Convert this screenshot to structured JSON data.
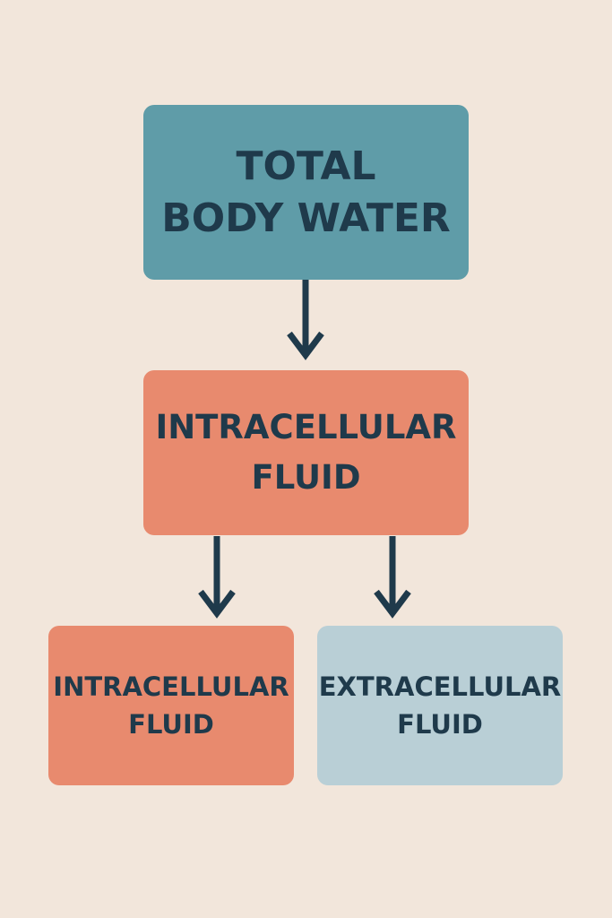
{
  "colors": {
    "background": "#f2e6db",
    "text": "#1f3a4b",
    "arrow": "#1f3a4b",
    "total_box": "#5f9ca8",
    "intracellular_box": "#e88a6e",
    "extracellular_box": "#b9cfd6"
  },
  "nodes": {
    "total_body_water": {
      "line1": "TOTAL",
      "line2": "BODY WATER"
    },
    "intracellular_mid": {
      "line1": "INTRACELLULAR",
      "line2": "FLUID"
    },
    "intracellular_low": {
      "line1": "INTRACELLULAR",
      "line2": "FLUID"
    },
    "extracellular_low": {
      "line1": "EXTRACELLULAR",
      "line2": "FLUID"
    }
  },
  "edges": [
    {
      "from": "total_body_water",
      "to": "intracellular_mid"
    },
    {
      "from": "intracellular_mid",
      "to": "intracellular_low"
    },
    {
      "from": "intracellular_mid",
      "to": "extracellular_low"
    }
  ]
}
